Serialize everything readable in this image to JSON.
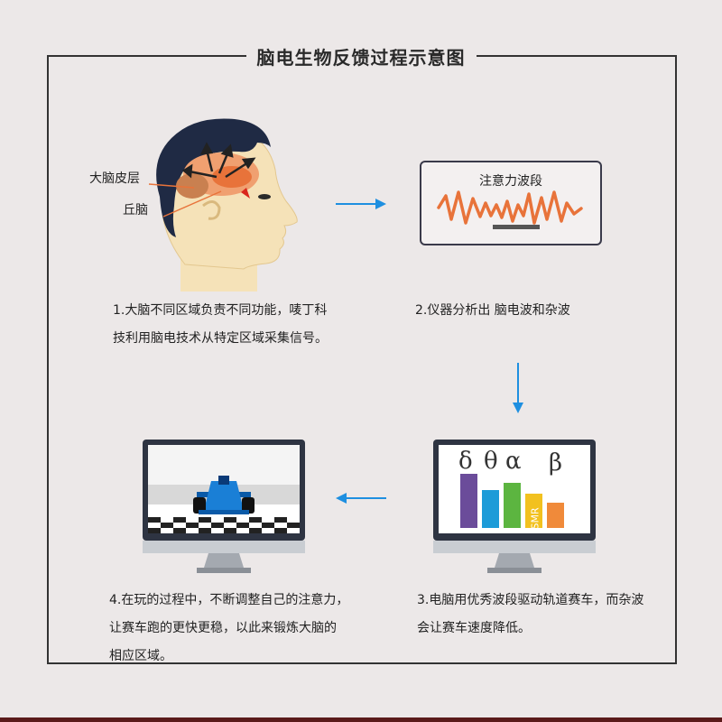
{
  "title": "脑电生物反馈过程示意图",
  "brain": {
    "label_cortex": "大脑皮层",
    "label_thalamus": "丘脑"
  },
  "instrument": {
    "wave_label": "注意力波段"
  },
  "steps": [
    {
      "line1": "1.大脑不同区域负责不同功能，唛丁科",
      "line2": "技利用脑电技术从特定区域采集信号。"
    },
    {
      "line1": "2.仪器分析出 脑电波和杂波"
    },
    {
      "line1": "3.电脑用优秀波段驱动轨道赛车，而杂波",
      "line2": "会让赛车速度降低。"
    },
    {
      "line1": "4.在玩的过程中，不断调整自己的注意力，",
      "line2": "让赛车跑的更快更稳，以此来锻炼大脑的",
      "line3": "相应区域。"
    }
  ],
  "bands": {
    "labels": [
      "δ",
      "θ",
      "α",
      "β"
    ],
    "smr_label": "SMR"
  },
  "colors": {
    "accent_blue": "#1e8fe0",
    "wave_orange": "#e8733a",
    "bar_purple": "#6b4c9a",
    "bar_blue": "#1d9bd8",
    "bar_green": "#5cb540",
    "bar_yellow": "#f2c11f",
    "bar_orange": "#f08a3a"
  }
}
